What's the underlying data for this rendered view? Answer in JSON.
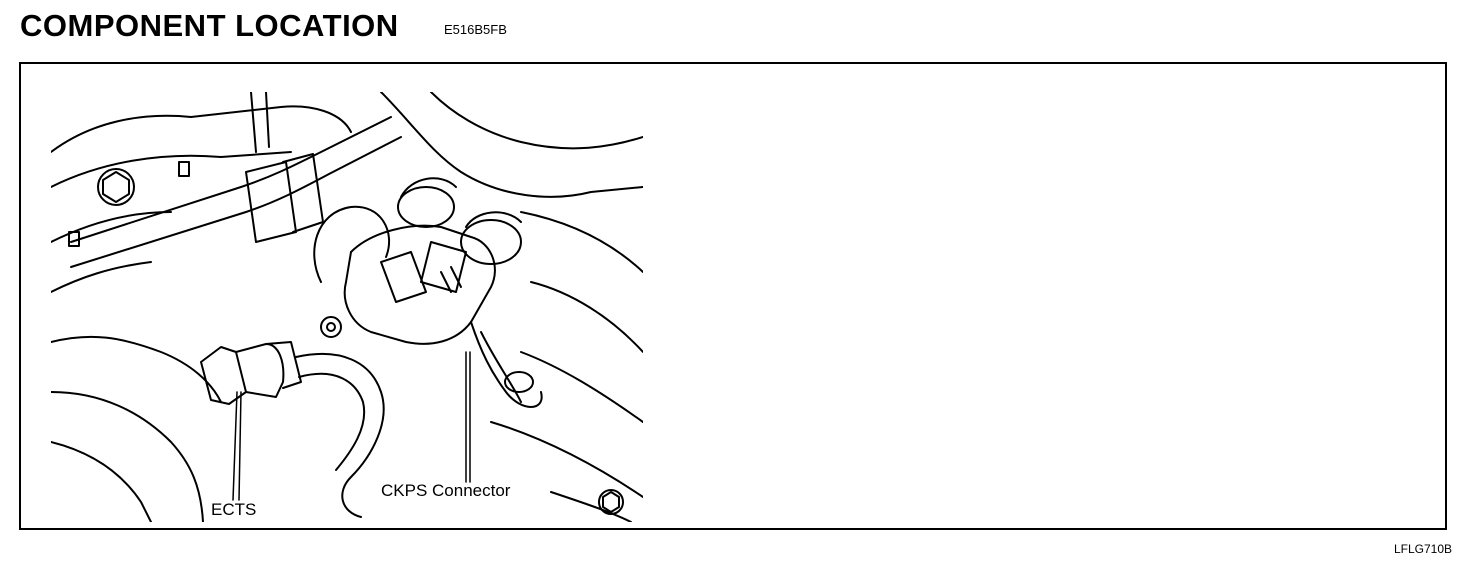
{
  "header": {
    "title": "COMPONENT LOCATION",
    "code": "E516B5FB"
  },
  "figure": {
    "callouts": {
      "ects": "ECTS",
      "ckps_connector": "CKPS Connector"
    },
    "figure_code": "LFLG710B"
  }
}
